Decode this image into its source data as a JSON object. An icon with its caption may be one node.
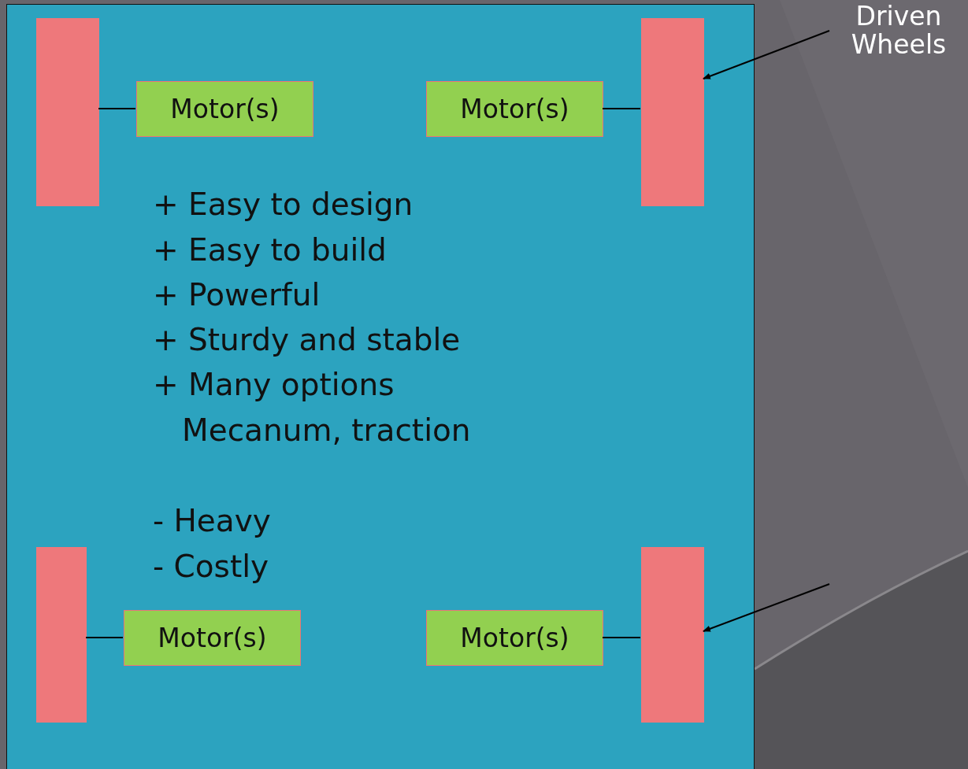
{
  "diagram": {
    "nodes": [
      {
        "text": [],
        "shape": "box"
      },
      {
        "text": [],
        "shape": "bar",
        "in": 0
      },
      {
        "text": [
          "Motor(s)"
        ],
        "in": 0
      },
      {
        "text": [
          "Motor(s)"
        ],
        "in": 0
      },
      {
        "text": [],
        "shape": "bar",
        "in": 0
      },
      {
        "text": [],
        "shape": "bar",
        "in": 0
      },
      {
        "text": [
          "Motor(s)"
        ],
        "in": 0
      },
      {
        "text": [
          "Motor(s)"
        ],
        "in": 0
      },
      {
        "text": [],
        "shape": "bar",
        "in": 0
      },
      {
        "text": [
          "Driven Wheels"
        ]
      }
    ],
    "edges": [
      {
        "from": 1,
        "to": 2,
        "arrow": "none"
      },
      {
        "from": 3,
        "to": 4,
        "arrow": "none"
      },
      {
        "from": 5,
        "to": 6,
        "arrow": "none"
      },
      {
        "from": 7,
        "to": 8,
        "arrow": "none"
      },
      {
        "from": 9,
        "to": 4,
        "arrow": "to"
      },
      {
        "from": null,
        "to": 8,
        "arrow": "to"
      }
    ],
    "labels": [
      "+ Easy to design",
      "+ Easy to build",
      "+ Powerful",
      "+ Sturdy and stable",
      "+ Many options",
      "Mecanum, traction",
      "- Heavy",
      "- Costly"
    ]
  }
}
